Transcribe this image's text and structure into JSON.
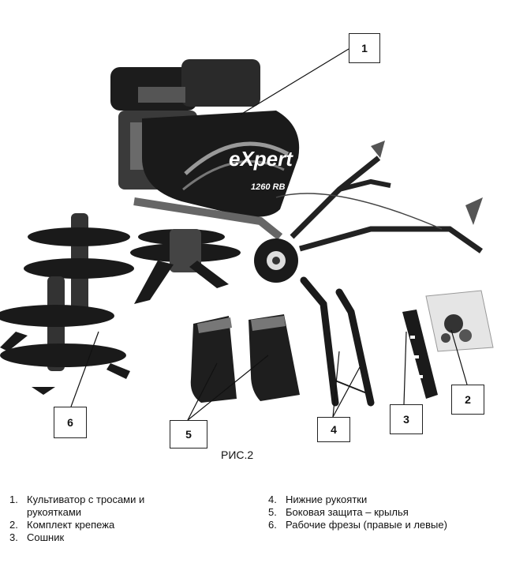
{
  "figure": {
    "caption": "РИС.2",
    "brand_text": "eXpert",
    "model_text": "1260 RB",
    "callouts": [
      "1",
      "2",
      "3",
      "4",
      "5",
      "6"
    ]
  },
  "legend": {
    "left": [
      {
        "num": "1.",
        "text": "Культиватор с тросами и рукоятками"
      },
      {
        "num": "2.",
        "text": "Комплект крепежа"
      },
      {
        "num": "3.",
        "text": "Сошник"
      }
    ],
    "right": [
      {
        "num": "4.",
        "text": "Нижние рукоятки"
      },
      {
        "num": "5.",
        "text": "Боковая защита – крылья"
      },
      {
        "num": "6.",
        "text": "Рабочие фрезы (правые и левые)"
      }
    ]
  }
}
